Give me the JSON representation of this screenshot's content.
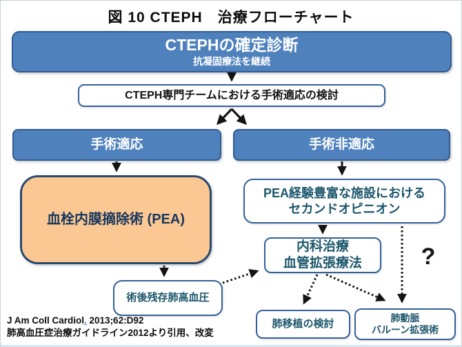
{
  "title": "図 10 CTEPH　治療フローチャート",
  "nodes": {
    "confirm": {
      "line1": "CTEPHの確定診断",
      "line2": "抗凝固療法を継続"
    },
    "team": {
      "label": "CTEPH専門チームにおける手術適応の検討"
    },
    "operable": {
      "label": "手術適応"
    },
    "inoperable": {
      "label": "手術非適応"
    },
    "pea": {
      "label": "血栓内膜摘除術 (PEA)"
    },
    "second_opinion": {
      "line1": "PEA経験豊富な施設における",
      "line2": "セカンドオピニオン"
    },
    "medical": {
      "line1": "内科治療",
      "line2": "血管拡張療法"
    },
    "residual_ph": {
      "label": "術後残存肺高血圧"
    },
    "transplant": {
      "label": "肺移植の検討"
    },
    "balloon": {
      "line1": "肺動脈",
      "line2": "バルーン拡張術"
    }
  },
  "question_mark": "?",
  "citation": {
    "journal": "J Am Coll Cardiol",
    "dot": ".",
    "ref": " 2013;62:D92",
    "line2": "肺高血圧症治療ガイドライン2012より引用、改変"
  },
  "colors": {
    "box_blue": "#4f81bd",
    "box_blue_border": "#2f5b92",
    "box_orange": "#fbc893",
    "orange_border_navy": "#27496d",
    "white_box_border": "#31609b",
    "text_navy": "#17375d",
    "text_teal": "#1c566b",
    "arrow_black": "#141414"
  }
}
